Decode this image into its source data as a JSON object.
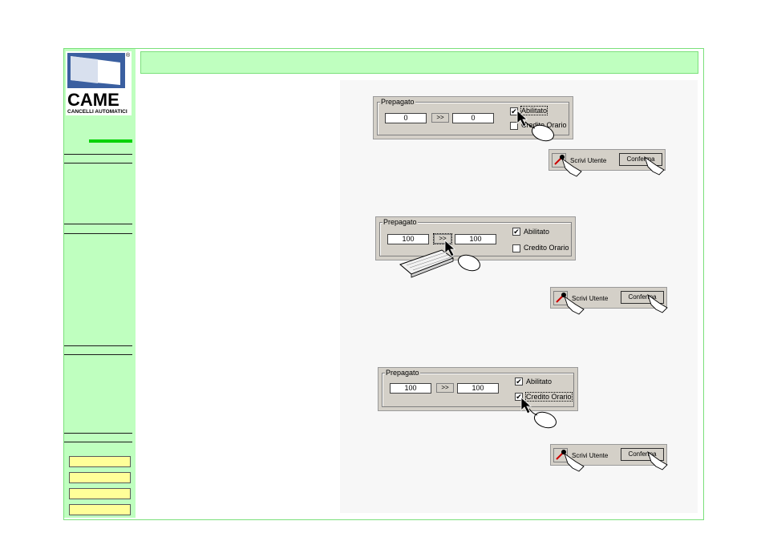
{
  "brand": {
    "name": "CAME",
    "tagline": "CANCELLI AUTOMATICI",
    "mark": "®"
  },
  "panels": [
    {
      "group_label": "Prepagato",
      "left_value": "0",
      "arrow_label": ">>",
      "right_value": "0",
      "checkbox1_label": "Abilitato",
      "checkbox1_checked": true,
      "checkbox2_label": "Credito Orario",
      "checkbox2_checked": false
    },
    {
      "group_label": "Prepagato",
      "left_value": "100",
      "arrow_label": ">>",
      "right_value": "100",
      "checkbox1_label": "Abilitato",
      "checkbox1_checked": true,
      "checkbox2_label": "Credito Orario",
      "checkbox2_checked": false
    },
    {
      "group_label": "Prepagato",
      "left_value": "100",
      "arrow_label": ">>",
      "right_value": "100",
      "checkbox1_label": "Abilitato",
      "checkbox1_checked": true,
      "checkbox2_label": "Credito Orario",
      "checkbox2_checked": true
    }
  ],
  "actions": {
    "write_user_label": "Scrivi Utente",
    "confirm_label": "Conferma"
  },
  "colors": {
    "sidebar": "#bfffbf",
    "accent": "#00d200",
    "button_fill": "#ffff99",
    "dialog_gray": "#d4d0c8"
  }
}
